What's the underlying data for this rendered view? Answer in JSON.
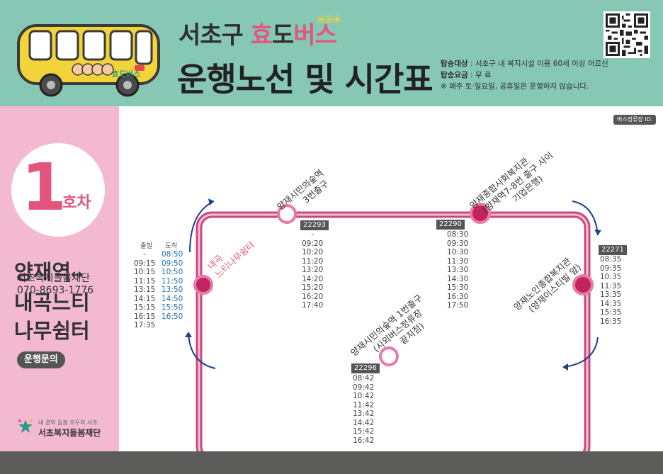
{
  "header": {
    "brand_prefix": "서초구 ",
    "brand_hyo": "효",
    "brand_do": "도",
    "brand_bus": "버스",
    "stars": "✳✳✳",
    "title": "운행노선 및 시간표",
    "target_label": "탑승대상",
    "target_value": " : 서초구 내 복지시설 이용 60세 이상 어르신",
    "fare_label": "탑승요금",
    "fare_value": " : 무  료",
    "notice": "※ 매주 토·일요일, 공휴일은 운행하지 않습니다.",
    "bus_label": "효도버스"
  },
  "route": {
    "number": "1",
    "unit": "호차",
    "name_line1": "양재역",
    "arrow": "↔",
    "name_line2": "내곡느티",
    "name_line3": "나무쉼터"
  },
  "inquiry": {
    "badge": "운행문의",
    "org": "서초복지돌봄재단",
    "phone": "070-8693-1776"
  },
  "logo": {
    "slogan": "내 곁의 돌봄 모두의 서초",
    "org": "서초복지돌봄재단"
  },
  "map": {
    "id_label": "버스정류장 ID.",
    "depart_head": "출발",
    "arrive_head": "도착",
    "origin": {
      "name_line1": "내곡",
      "name_line2": "느티나무쉼터",
      "depart": [
        "-",
        "09:15",
        "10:15",
        "11:15",
        "13:15",
        "14:15",
        "15:15",
        "16:15",
        "17:35"
      ],
      "arrive": [
        "08:50",
        "09:50",
        "10:50",
        "11:50",
        "13:50",
        "14:50",
        "15:50",
        "16:50"
      ]
    },
    "stops": [
      {
        "id": "22293",
        "name_line1": "양재시민의숲역",
        "name_line2": "3번출구",
        "times": [
          "-",
          "09:20",
          "10:20",
          "11:20",
          "13:20",
          "14:20",
          "15:20",
          "16:20",
          "17:40"
        ]
      },
      {
        "id": "22290",
        "name_line1": "양재종합사회복지관",
        "name_line2": "(양재역7-8번 출구 사이",
        "name_line3": "기업은행)",
        "times": [
          "08:30",
          "09:30",
          "10:30",
          "11:30",
          "13:30",
          "14:30",
          "15:30",
          "16:30",
          "17:50"
        ]
      },
      {
        "id": "22271",
        "name_line1": "양재노인종합복지관",
        "name_line2": "(양재이스티빌 앞)",
        "times": [
          "08:35",
          "09:35",
          "10:35",
          "11:35",
          "13:35",
          "14:35",
          "15:35",
          "16:35"
        ]
      },
      {
        "id": "22296",
        "name_line1": "양재시민의숲역 1번출구",
        "name_line2": "(시외버스정류장",
        "name_line3": "끝지점)",
        "times": [
          "08:42",
          "09:42",
          "10:42",
          "11:42",
          "13:42",
          "14:42",
          "15:42",
          "16:42"
        ]
      }
    ]
  },
  "colors": {
    "header_bg": "#86c8b4",
    "left_bg": "#f2b9d0",
    "accent_pink": "#e2567e",
    "route_line": "#e879a8",
    "arrive_blue": "#1f6fb3",
    "footer": "#5c5c5a"
  }
}
